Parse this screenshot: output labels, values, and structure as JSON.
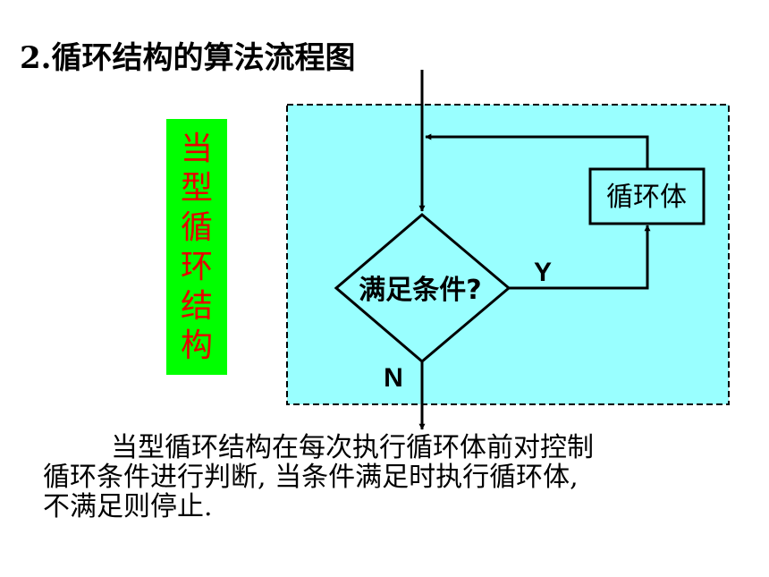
{
  "title": "2.循环结构的算法流程图",
  "structure_label": [
    "当",
    "型",
    "循",
    "环",
    "结",
    "构"
  ],
  "flowchart": {
    "loop_body_label": "循环体",
    "condition_label": "满足条件?",
    "yes_label": "Y",
    "no_label": "N"
  },
  "description": {
    "line1": "当型循环结构在每次执行循环体前对控制",
    "line2": "循环条件进行判断, 当条件满足时执行循环体,",
    "line3": "不满足则停止."
  },
  "colors": {
    "label_background": "#00ff00",
    "label_text": "#e60000",
    "region_fill": "#99ffff"
  }
}
